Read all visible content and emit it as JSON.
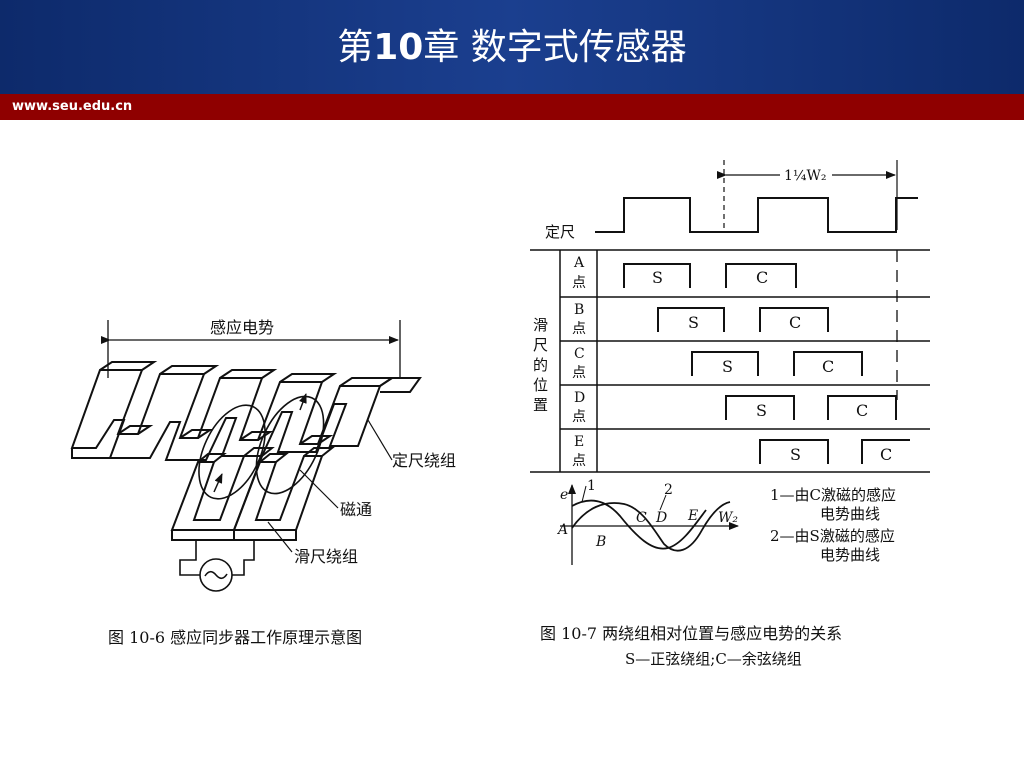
{
  "header": {
    "title_prefix": "第",
    "title_number": "10",
    "title_suffix": "章 数字式传感器",
    "url": "www.seu.edu.cn"
  },
  "fig6": {
    "emf_label": "感应电势",
    "fixed_winding": "定尺绕组",
    "flux": "磁通",
    "slider_winding": "滑尺绕组",
    "caption": "图 10-6    感应同步器工作原理示意图"
  },
  "fig7": {
    "span_label": "1¼W₂",
    "fixed_ruler": "定尺",
    "slider_position": "滑尺的位置",
    "rows": [
      {
        "label": "A点",
        "s": "S",
        "c": "C"
      },
      {
        "label": "B点",
        "s": "S",
        "c": "C"
      },
      {
        "label": "C点",
        "s": "S",
        "c": "C"
      },
      {
        "label": "D点",
        "s": "S",
        "c": "C"
      },
      {
        "label": "E点",
        "s": "S",
        "c": "C"
      }
    ],
    "axis_e": "e",
    "axis_w2": "W₂",
    "curve1": "1",
    "curve2": "2",
    "pt_A": "A",
    "pt_B": "B",
    "pt_C": "C",
    "pt_D": "D",
    "pt_E": "E",
    "legend1_a": "1—由C激磁的感应",
    "legend1_b": "电势曲线",
    "legend2_a": "2—由S激磁的感应",
    "legend2_b": "电势曲线",
    "caption": "图 10-7    两绕组相对位置与感应电势的关系",
    "subcaption": "S—正弦绕组;C—余弦绕组"
  }
}
